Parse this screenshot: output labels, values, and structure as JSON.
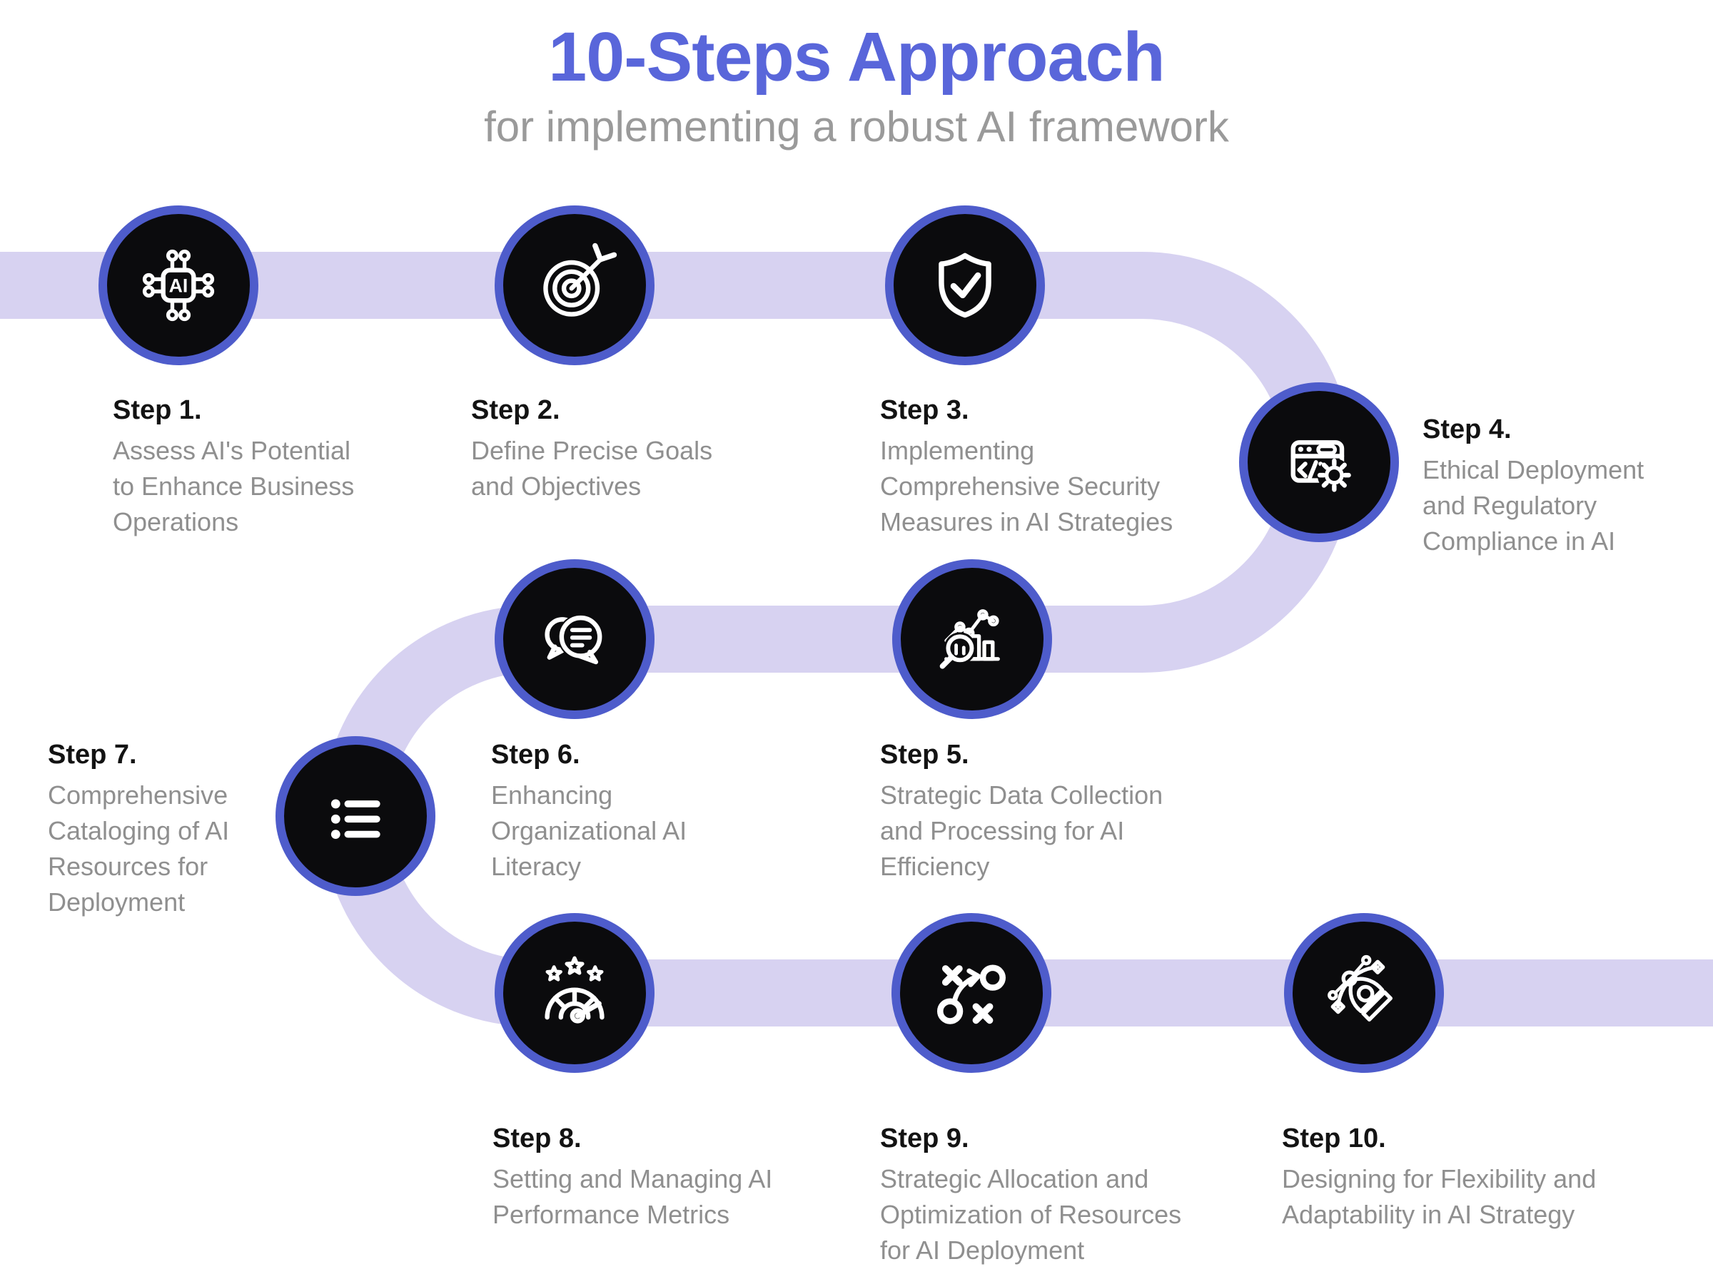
{
  "header": {
    "title": "10-Steps Approach",
    "subtitle": "for implementing a robust AI framework"
  },
  "colors": {
    "title_accent": "#5966DA",
    "subtitle_gray": "#9A9A9A",
    "path_lavender": "#D7D2F1",
    "circle_border_blue": "#4E5CCB",
    "circle_fill_black": "#0B0B0D",
    "step_label_black": "#131313",
    "step_description_gray": "#8F8F8F",
    "icon_white": "#FFFFFF"
  },
  "steps": [
    {
      "label": "Step 1.",
      "icon": "ai-chip-icon",
      "description": "Assess AI's Potential\nto Enhance Business\nOperations"
    },
    {
      "label": "Step 2.",
      "icon": "target-arrow-icon",
      "description": "Define Precise Goals\nand Objectives"
    },
    {
      "label": "Step 3.",
      "icon": "shield-check-icon",
      "description": "Implementing\nComprehensive Security\nMeasures in AI Strategies"
    },
    {
      "label": "Step 4.",
      "icon": "code-window-gear-icon",
      "description": "Ethical Deployment\nand Regulatory\nCompliance in AI"
    },
    {
      "label": "Step 5.",
      "icon": "data-analysis-icon",
      "description": "Strategic Data Collection\nand Processing for AI\nEfficiency"
    },
    {
      "label": "Step 6.",
      "icon": "chat-bubbles-icon",
      "description": "Enhancing\nOrganizational AI\nLiteracy"
    },
    {
      "label": "Step 7.",
      "icon": "bullet-list-icon",
      "description": "Comprehensive\nCataloging of AI\nResources for\nDeployment"
    },
    {
      "label": "Step 8.",
      "icon": "gauge-stars-icon",
      "description": "Setting and Managing AI\nPerformance Metrics"
    },
    {
      "label": "Step 9.",
      "icon": "strategy-icon",
      "description": "Strategic Allocation and\nOptimization of Resources\nfor AI Deployment"
    },
    {
      "label": "Step 10.",
      "icon": "pen-tool-icon",
      "description": "Designing for Flexibility and\nAdaptability in AI Strategy"
    }
  ]
}
